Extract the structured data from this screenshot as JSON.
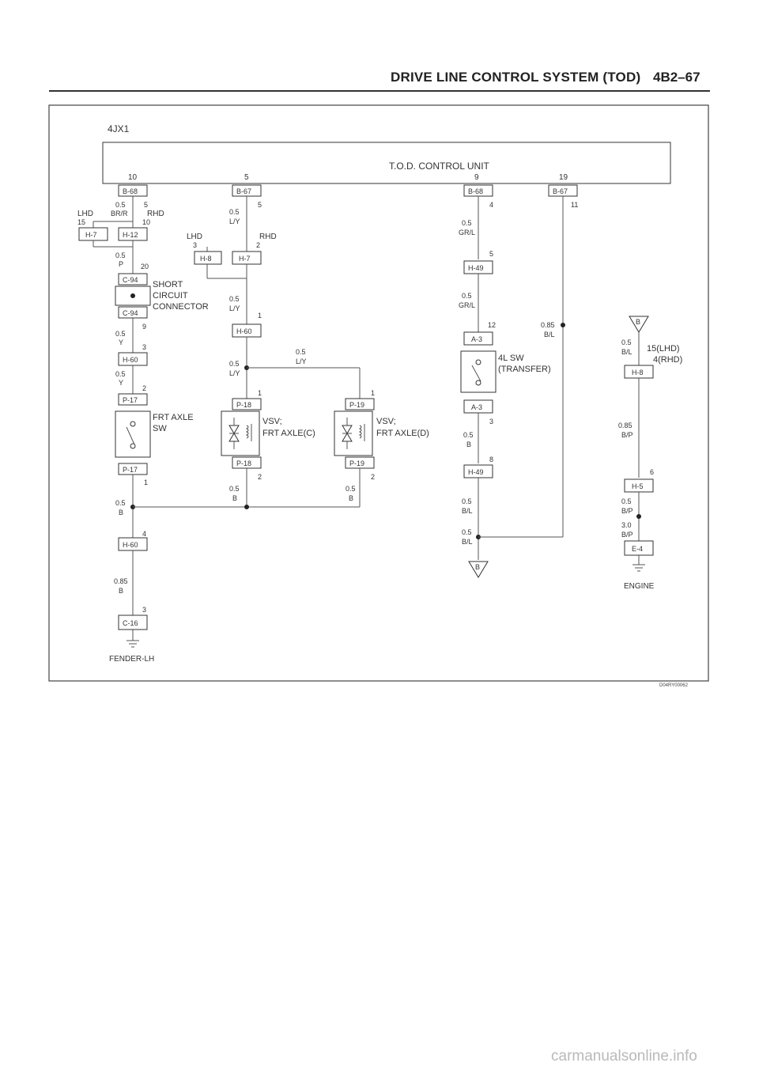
{
  "header": {
    "title": "DRIVE LINE CONTROL SYSTEM (TOD)",
    "page": "4B2–67"
  },
  "figure_code": "D04RY00062",
  "watermark": "carmanualsonline.info",
  "diagram": {
    "engine_model": "4JX1",
    "control_unit": "T.O.D. CONTROL UNIT",
    "unit_pins": [
      "10",
      "5",
      "9",
      "19"
    ],
    "short_circuit_connector": "SHORT CIRCUIT CONNECTOR",
    "frt_axle_sw": "FRT AXLE SW",
    "vsv_c": "VSV; FRT AXLE(C)",
    "vsv_d": "VSV; FRT AXLE(D)",
    "sw_4l": "4L SW (TRANSFER)",
    "ground_fender": "FENDER-LH",
    "ground_engine": "ENGINE",
    "lhd": "LHD",
    "rhd": "RHD",
    "connectors": [
      "B-68",
      "B-67",
      "B-68",
      "B-67",
      "H-7",
      "H-12",
      "H-8",
      "H-7",
      "C-94",
      "C-94",
      "H-60",
      "H-60",
      "P-17",
      "P-17",
      "H-60",
      "C-16",
      "P-18",
      "P-18",
      "P-19",
      "P-19",
      "H-49",
      "A-3",
      "A-3",
      "H-49",
      "H-8",
      "H-5",
      "E-4"
    ],
    "wires": [
      "0.5 BR/R",
      "0.5 L/Y",
      "0.5 GR/L",
      "0.5 P",
      "0.5 Y",
      "0.5 B",
      "0.85 B",
      "0.85 B/L",
      "0.5 B/L",
      "0.85 B/P",
      "0.5 B/P",
      "3.0 B/P"
    ],
    "pin_15_lhd": "15(LHD)",
    "pin_4_rhd": "4(RHD)",
    "ground_ref": "B"
  }
}
